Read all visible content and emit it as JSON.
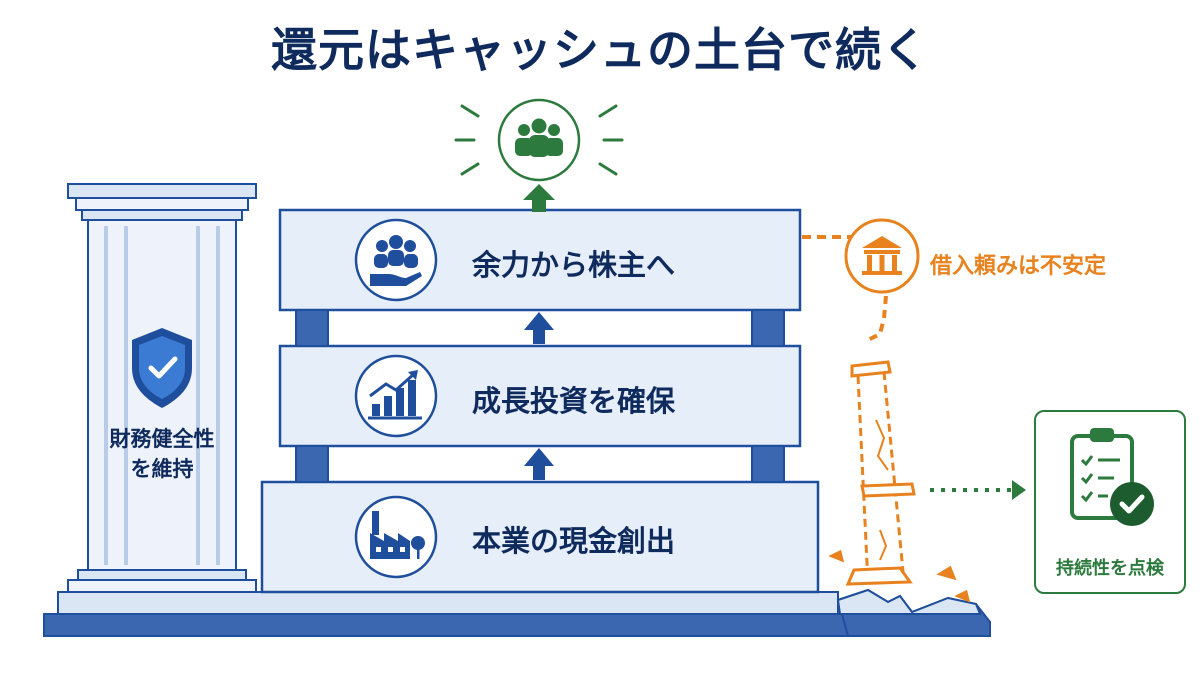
{
  "title": "還元はキャッシュの土台で続く",
  "pillar": {
    "line1": "財務健全性",
    "line2": "を維持",
    "icon": "shield-check-icon"
  },
  "tiers": [
    {
      "label": "余力から株主へ",
      "icon": "hand-people-icon"
    },
    {
      "label": "成長投資を確保",
      "icon": "growth-chart-icon"
    },
    {
      "label": "本業の現金創出",
      "icon": "factory-icon"
    }
  ],
  "shareholders_icon": "people-group-icon",
  "borrowing": {
    "label": "借入頼みは不安定",
    "icon": "bank-icon"
  },
  "check": {
    "label": "持続性を点検",
    "icon": "clipboard-check-icon"
  },
  "colors": {
    "navy": "#0f2a5c",
    "blue": "#1f4e9c",
    "light": "#e6eef9",
    "green": "#2d7a3e",
    "orange": "#e8821e"
  }
}
